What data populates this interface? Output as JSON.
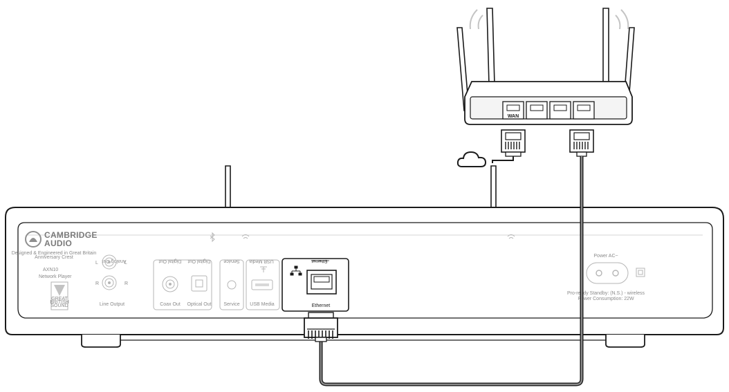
{
  "router": {
    "wan_label": "WAN"
  },
  "player": {
    "brand_line1": "CAMBRIDGE",
    "brand_line2": "AUDIO",
    "tagline_line1": "Designed & Engineered in Great Britain",
    "tagline_line2": "Anniversary Crest",
    "model": "AXN10",
    "model_desc": "Network Player",
    "award_line1": "GREAT",
    "award_line2": "BRITISH",
    "award_line3": "SOUND",
    "section_analog": "Analog Out",
    "l_marker": "L",
    "r_marker": "R",
    "line_output": "Line Output",
    "coax_header": "Digital Out",
    "coax_label": "Coax Out",
    "optical_header": "Digital Out",
    "optical_label": "Optical Out",
    "service_header": "Service",
    "service_label": "Service",
    "usb_header": "USB Media",
    "usb_label": "USB Media",
    "ethernet_header": "Ethernet",
    "ethernet_label": "Ethernet",
    "power_label": "Power AC~",
    "power_note_line1": "Pro-ready Standby: (N.S.) - wireless",
    "power_note_line2": "Power Consumption: 22W"
  },
  "colors": {
    "outline": "#1a1a1a",
    "faint": "#b5b5b5",
    "cable": "#6e6e6e",
    "background": "#ffffff"
  },
  "icons": {
    "cloud": "cloud-icon",
    "network": "network-icon",
    "usb": "usb-icon",
    "bluetooth": "bluetooth-icon",
    "wifi": "wifi-waves-icon"
  }
}
